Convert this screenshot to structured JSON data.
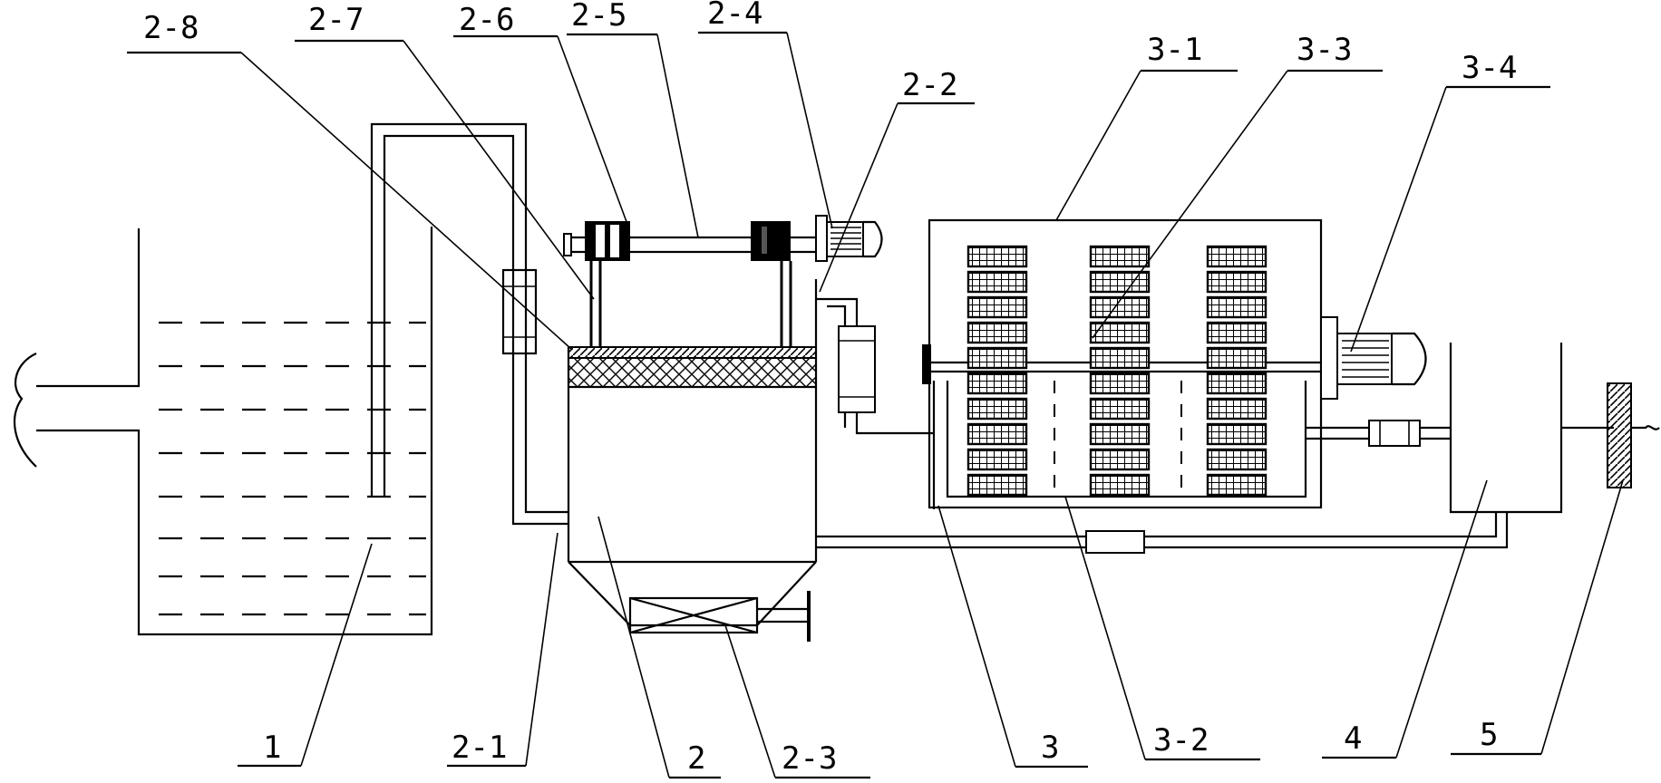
{
  "labels": {
    "l1": "1",
    "l2": "2",
    "l2_1": "2-1",
    "l2_2": "2-2",
    "l2_3": "2-3",
    "l2_4": "2-4",
    "l2_5": "2-5",
    "l2_6": "2-6",
    "l2_7": "2-7",
    "l2_8": "2-8",
    "l3": "3",
    "l3_1": "3-1",
    "l3_2": "3-2",
    "l3_3": "3-3",
    "l3_4": "3-4",
    "l4": "4",
    "l5": "5"
  },
  "colors": {
    "line": "#000000",
    "background": "#ffffff"
  }
}
